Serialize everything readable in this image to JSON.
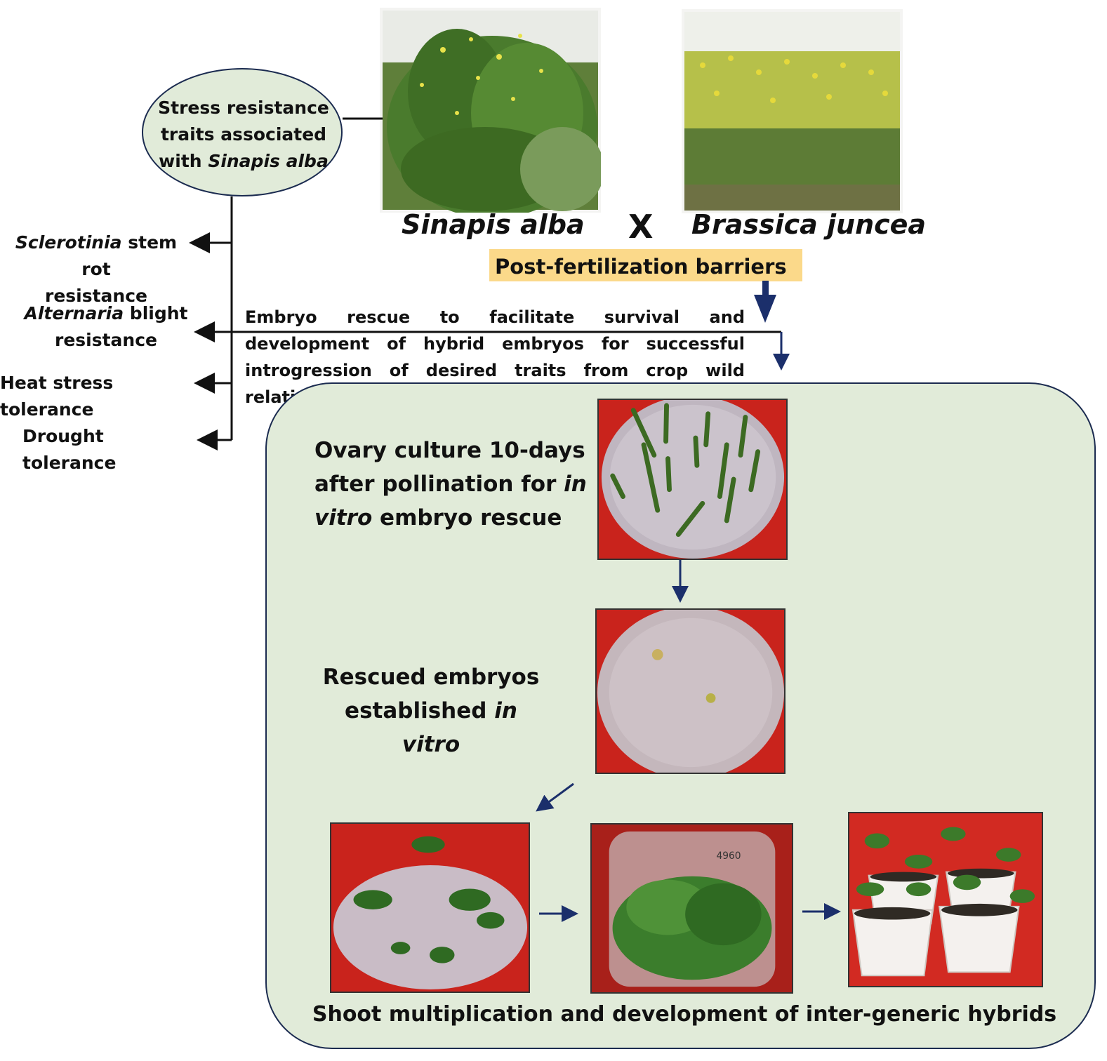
{
  "parents": {
    "left_label": "Sinapis alba",
    "cross_symbol": "X",
    "right_label": "Brassica juncea"
  },
  "barrier_label": "Post-fertilization barriers",
  "traits_bubble": {
    "line1": "Stress resistance",
    "line2": "traits associated",
    "line3_prefix": "with",
    "line3_italic": "Sinapis alba"
  },
  "traits": [
    {
      "italic": "Sclerotinia",
      "rest": " stem rot",
      "line2": "resistance"
    },
    {
      "italic": "Alternaria",
      "rest": " blight",
      "line2": "resistance"
    },
    {
      "italic": "",
      "rest": "Heat stress tolerance",
      "line2": ""
    },
    {
      "italic": "",
      "rest": "Drought tolerance",
      "line2": ""
    }
  ],
  "embryo_rescue_text": "Embryo rescue to facilitate survival and development of hybrid embryos for successful introgression of desired traits from crop wild relatives",
  "steps": {
    "ovary": {
      "line1": "Ovary culture 10-days",
      "line2_prefix": "after pollination for ",
      "line2_italic": "in",
      "line3_italic": "vitro",
      "line3_suffix": " embryo rescue"
    },
    "rescued": {
      "line1": "Rescued embryos",
      "line2_prefix": "established ",
      "line2_italic": "in vitro"
    },
    "shoot_caption": "Shoot multiplication and development of inter-generic hybrids"
  },
  "colors": {
    "panel_fill": "#e1ebd9",
    "panel_border": "#1b2b50",
    "barrier_fill": "#fbd98a",
    "arrow_blue": "#1b2f6b",
    "culture_red": "#c9231c"
  },
  "photo_marks": {
    "flask_number": "4960"
  }
}
